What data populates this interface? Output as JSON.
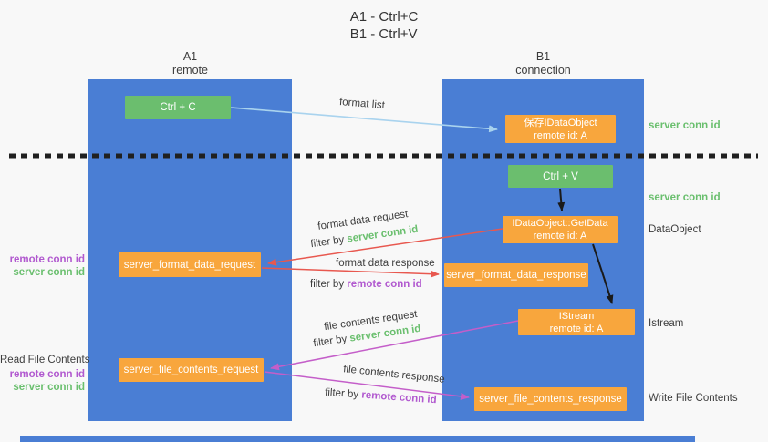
{
  "title": {
    "line1": "A1 - Ctrl+C",
    "line2": "B1 - Ctrl+V"
  },
  "lifelines": {
    "a1": {
      "name": "A1",
      "role": "remote"
    },
    "b1": {
      "name": "B1",
      "role": "connection"
    }
  },
  "nodes": {
    "ctrl_c": {
      "label": "Ctrl + C"
    },
    "ctrl_v": {
      "label": "Ctrl + V"
    },
    "save_dataobject": {
      "line1": "保存IDataObject",
      "line2": "remote id: A"
    },
    "getdata": {
      "line1": "IDataObject::GetData",
      "line2": "remote id: A"
    },
    "istream": {
      "line1": "IStream",
      "line2": "remote id: A"
    },
    "format_request": {
      "label": "server_format_data_request"
    },
    "format_response": {
      "label": "server_format_data_response"
    },
    "file_request": {
      "label": "server_file_contents_request"
    },
    "file_response": {
      "label": "server_file_contents_response"
    }
  },
  "edges": {
    "format_list": {
      "label": "format list"
    },
    "format_data_request": {
      "label": "format data request",
      "filter_prefix": "filter by",
      "filter_key": "server conn id"
    },
    "format_data_response": {
      "label": "format data response",
      "filter_prefix": "filter by",
      "filter_key": "remote conn id"
    },
    "file_contents_request": {
      "label": "file contents request",
      "filter_prefix": "filter by",
      "filter_key": "server conn id"
    },
    "file_contents_response": {
      "label": "file contents response",
      "filter_prefix": "filter by",
      "filter_key": "remote conn id"
    }
  },
  "side_labels": {
    "right_conn_top": "server conn id",
    "right_conn_mid": "server conn id",
    "dataobject": "DataObject",
    "istream": "Istream",
    "write_file": "Write File Contents",
    "read_file": "Read File Contents",
    "left_mid_remote": "remote conn id",
    "left_mid_server": "server conn id",
    "left_bottom_remote": "remote conn id",
    "left_bottom_server": "server conn id"
  },
  "colors": {
    "lifeline_blue": "#4a7ed4",
    "node_green": "#6bbe6e",
    "node_orange": "#f8a63d",
    "arrow_red": "#e8584f",
    "arrow_magenta": "#c45ec9",
    "arrow_light_blue": "#a9d3ee",
    "arrow_black": "#1a1a1a",
    "text_green": "#6abf6e",
    "text_purple": "#b159cf"
  }
}
